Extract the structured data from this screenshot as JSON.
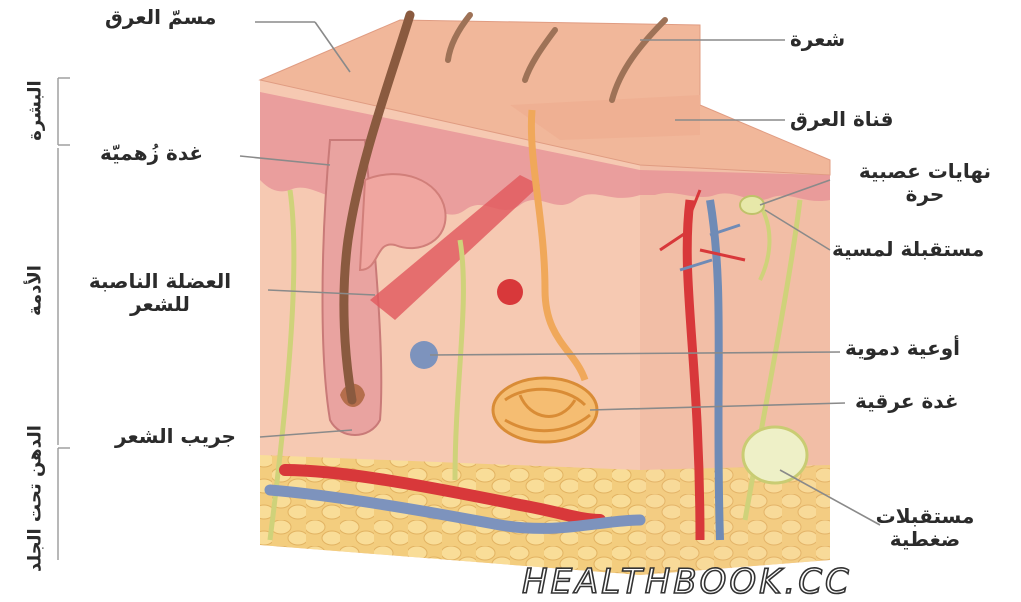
{
  "labels": {
    "sweat_pore": "مسمّ العرق",
    "hair_shaft": "شعرة",
    "sweat_duct": "قناة العرق",
    "sebaceous_gland": "غدة زُهميّة",
    "free_nerve_endings_line1": "نهايات عصبية",
    "free_nerve_endings_line2": "حرة",
    "touch_receptor": "مستقبلة لمسية",
    "arrector_pili_line1": "العضلة الناصبة",
    "arrector_pili_line2": "للشعر",
    "blood_vessels": "أوعية دموية",
    "sweat_gland": "غدة عرقية",
    "hair_follicle": "جريب الشعر",
    "pressure_receptors_line1": "مستقبلات",
    "pressure_receptors_line2": "ضغطية"
  },
  "layers": {
    "epidermis": "البشرة",
    "dermis": "الأدمة",
    "hypodermis": "الدهن تحت الجلد"
  },
  "watermark": "HEALTHBOOK.CC",
  "colors": {
    "skin_surface": "#f1b79a",
    "dermis": "#f6c9b2",
    "epidermis_band": "#e58f95",
    "fat": "#f6d486",
    "artery": "#d8383a",
    "vein": "#6f8bb6",
    "nerve": "#cfd27a",
    "hair": "#8a5a3f",
    "sweat_duct": "#f0a85a",
    "leader_line": "#8a8a8a"
  }
}
